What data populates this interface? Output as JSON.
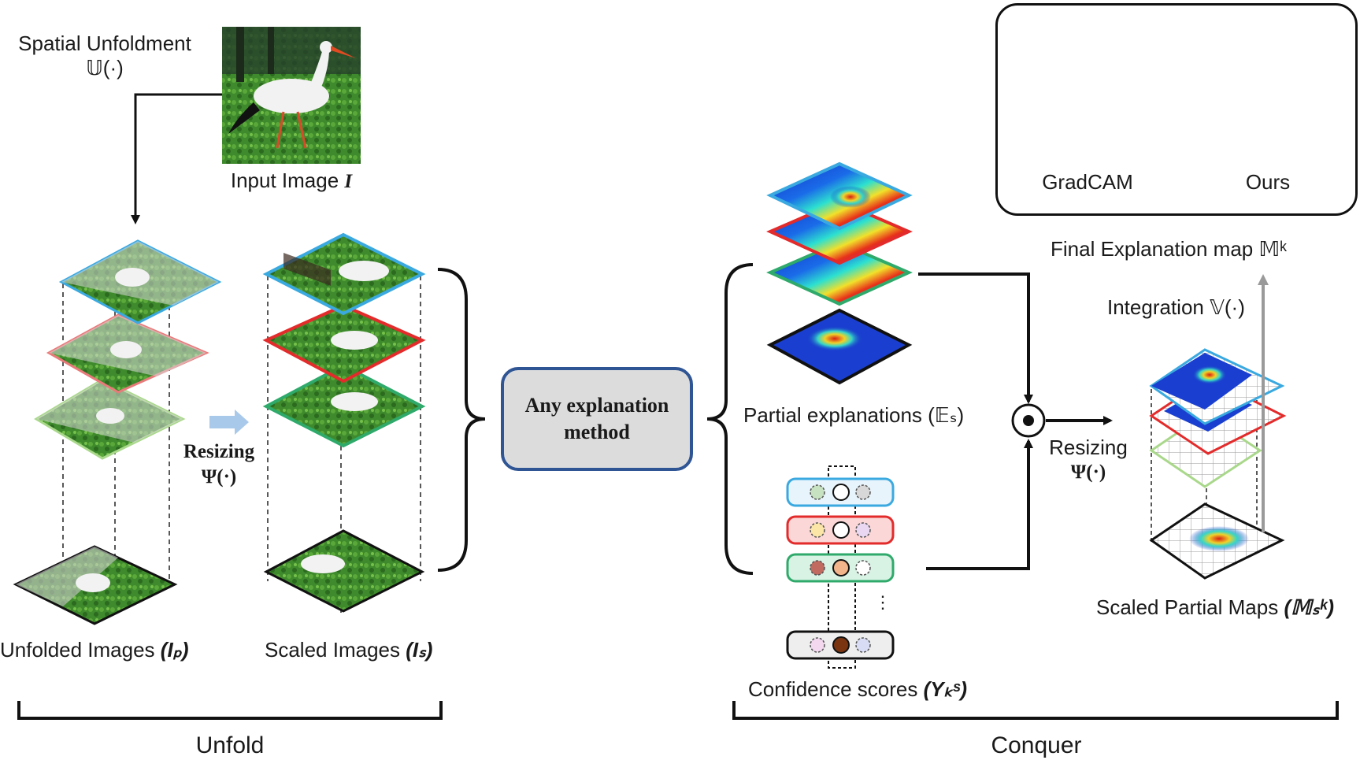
{
  "input": {
    "unfold_label_line1": "Spatial Unfoldment",
    "unfold_label_line2": "𝕌(·)",
    "input_image_label": "Input Image",
    "input_image_symbol": "I"
  },
  "unfold_section": {
    "unfolded_label": "Unfolded Images",
    "unfolded_symbol": "(Iₚ)",
    "scaled_label": "Scaled Images",
    "scaled_symbol": "(Iₛ)",
    "resizing_line1": "Resizing",
    "resizing_line2": "Ψ(·)",
    "section_title": "Unfold"
  },
  "method": {
    "line1": "Any explanation",
    "line2": "method"
  },
  "conquer_section": {
    "partial_label": "Partial explanations (𝔼ₛ)",
    "confidence_label": "Confidence scores",
    "confidence_symbol": "(Yₖˢ)",
    "resizing_line1": "Resizing",
    "resizing_line2": "Ψ(·)",
    "scaled_maps_label": "Scaled Partial Maps",
    "scaled_maps_symbol": "(𝕄ₛᵏ)",
    "integration_label": "Integration 𝕍(·)",
    "final_label": "Final Explanation map 𝕄ᵏ",
    "section_title": "Conquer",
    "vertical_dots": "⋮"
  },
  "results": {
    "left_caption": "GradCAM",
    "right_caption": "Ours"
  },
  "colors": {
    "scale_blue": "#3aa9e0",
    "scale_red": "#e32b2b",
    "scale_green": "#2faa6b",
    "scale_lightgreen": "#a9d88b",
    "method_border": "#2f5594",
    "method_fill": "#dcdcdc",
    "resize_arrow": "#a9c9ea"
  }
}
